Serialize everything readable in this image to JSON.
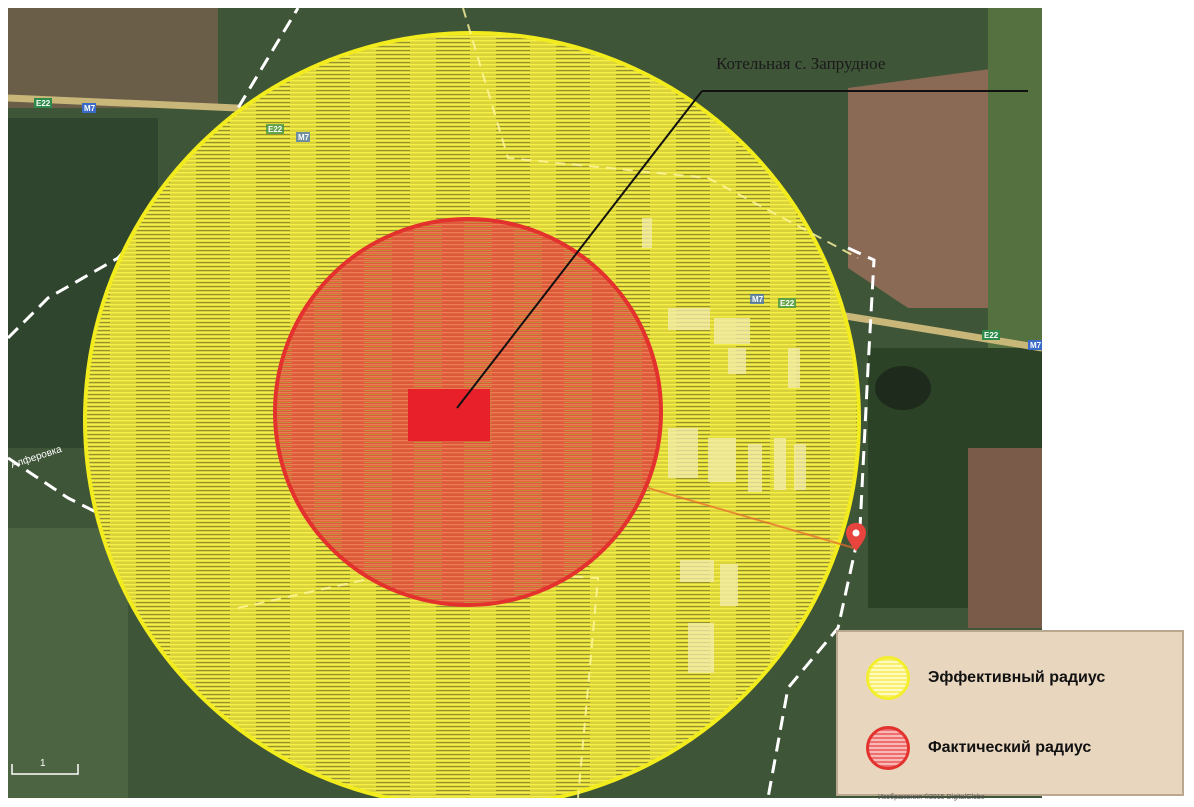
{
  "map": {
    "callout_label": "Котельная с. Запрудное",
    "road_labels": [
      "E22",
      "M7",
      "E22",
      "M7",
      "M7",
      "E22",
      "E22",
      "M7"
    ],
    "place_label": "Алферовка",
    "scale_label": "1",
    "copyright": "Изображения ©2015 DigitalGlobe"
  },
  "legend": {
    "items": [
      {
        "label": "Эффективный радиус",
        "color": "#f3ee2e"
      },
      {
        "label": "Фактический радиус",
        "color": "#e3322e"
      }
    ]
  },
  "colors": {
    "effective_radius": "#f3ee2e",
    "actual_radius": "#e3322e",
    "boiler_marker": "#e8202a",
    "legend_bg": "#e8d6bf"
  }
}
